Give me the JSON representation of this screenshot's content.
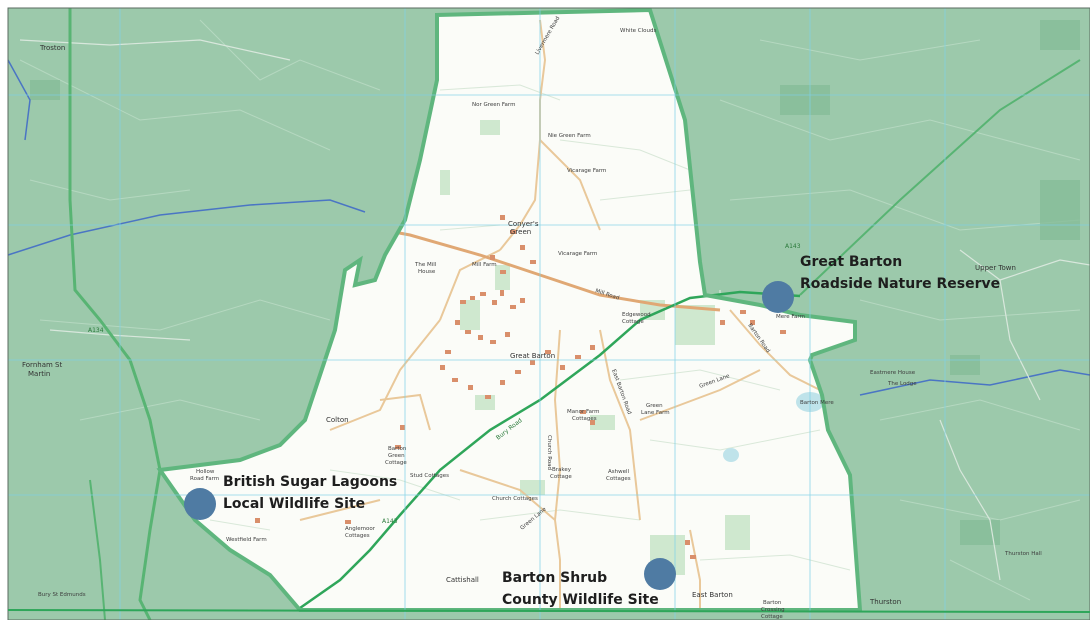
{
  "sites": [
    {
      "id": "british-sugar",
      "line1": "British Sugar Lagoons",
      "line2": "Local Wildlife Site"
    },
    {
      "id": "great-barton-roadside",
      "line1": "Great Barton",
      "line2": "Roadside Nature Reserve"
    },
    {
      "id": "barton-shrub",
      "line1": "Barton Shrub",
      "line2": "County Wildlife Site"
    }
  ],
  "places": {
    "great_barton": "Great Barton",
    "conyers_green_1": "Conyer's",
    "conyers_green_2": "Green",
    "colton": "Colton",
    "cattishall": "Cattishall",
    "east_barton": "East Barton",
    "troston": "Troston",
    "fornham_1": "Fornham St",
    "fornham_2": "Martin",
    "upper_town": "Upper Town",
    "thurston": "Thurston"
  },
  "features": {
    "white_clouds": "White Clouds",
    "nor_green_farm": "Nor Green Farm",
    "nie_green_farm": "Nie Green Farm",
    "vicarage_farm_top": "Vicarage Farm",
    "vicarage_farm": "Vicarage Farm",
    "mill_farm": "Mill Farm",
    "the_mill_house_1": "The Mill",
    "the_mill_house_2": "House",
    "edgewood_1": "Edgewood",
    "edgewood_2": "Cottage",
    "manor_farm_1": "Manor Farm",
    "manor_farm_2": "Cottages",
    "green_lane_1": "Green",
    "green_lane_2": "Lane Farm",
    "brakey_1": "Brakey",
    "brakey_2": "Cottage",
    "ashwell_1": "Ashwell",
    "ashwell_2": "Cottages",
    "church_cottages": "Church Cottages",
    "anglemoor_1": "Anglemoor",
    "anglemoor_2": "Cottages",
    "westfield_farm": "Westfield Farm",
    "hulme_road_1": "Hollow",
    "hulme_road_2": "Road Farm",
    "barton_green_1": "Barton",
    "barton_green_2": "Green",
    "barton_green_3": "Cottage",
    "stud_cottages": "Stud Cottages",
    "mere_farm": "Mere Farm",
    "barton_mere": "Barton Mere",
    "the_lodge": "The Lodge",
    "eastmere_house": "Eastmere House",
    "barton_crossing_1": "Barton",
    "barton_crossing_2": "Crossing",
    "barton_crossing_3": "Cottage",
    "thurston_hall": "Thurston Hall",
    "bury_st_edmunds": "Bury St Edmunds"
  },
  "roads": {
    "a143_mid": "A143",
    "a143_low": "A143",
    "a134": "A134",
    "mill_road": "Mill Road",
    "bury_road": "Bury Road",
    "barton_road": "Barton Road",
    "east_barton_road": "East Barton Road",
    "green_lane": "Green Lane",
    "church_road": "Church Road",
    "livermere_road": "Livermere Road",
    "cattishall_lane": "Green Lane"
  },
  "colors": {
    "outside_fill": "#9cc9ab",
    "parish_fill": "#fbfcf8",
    "parish_border": "#5fb67e",
    "grid": "#7fd1e6",
    "marker": "#4f7ba3",
    "a_road": "#2fa65a",
    "minor_road": "#e9c89a"
  },
  "legend_icons": [
    "site-marker-icon"
  ]
}
